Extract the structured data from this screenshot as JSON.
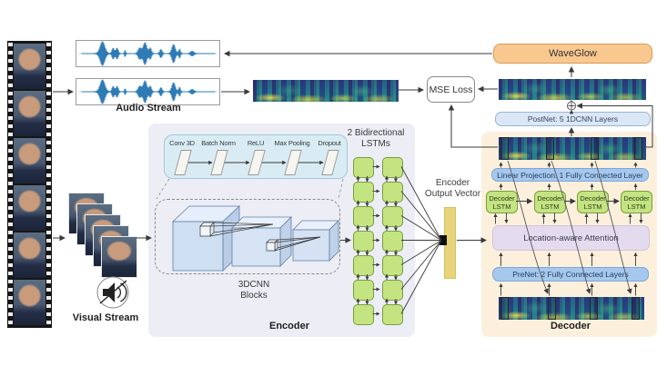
{
  "labels": {
    "audio_stream": "Audio Stream",
    "visual_stream": "Visual Stream",
    "encoder": "Encoder",
    "decoder": "Decoder",
    "waveglow": "WaveGlow",
    "mse_loss": "MSE Loss",
    "postnet": "PostNet: 5 1DCNN Layers",
    "linear_projection": "Linear Projection: 1 Fully Connected Layer",
    "attention": "Location-aware Attention",
    "prenet": "PreNet: 2 Fully Connected Layers",
    "decoder_lstm": "Decoder LSTM",
    "bidirectional_line1": "2 Bidirectional",
    "bidirectional_line2": "LSTMs",
    "encoder_output_line1": "Encoder",
    "encoder_output_line2": "Output Vector",
    "cnn_line1": "3DCNN",
    "cnn_line2": "Blocks"
  },
  "pipeline": [
    "Conv 3D",
    "Batch Norm",
    "ReLU",
    "Max Pooling",
    "Dropout"
  ],
  "colors": {
    "waveglow_fill": "#f8c88f",
    "postnet_fill": "#dbe7f7",
    "projection_fill": "#a7c8ee",
    "attention_fill": "#e4dcee",
    "lstm_green": "#c4e381",
    "encoder_panel": "#ecedf5",
    "decoder_panel": "#fcf0dd",
    "inset_blue": "#d9ecf4",
    "output_vector_yellow": "#e7d47b",
    "waveform_blue": "#2e7bb5"
  }
}
